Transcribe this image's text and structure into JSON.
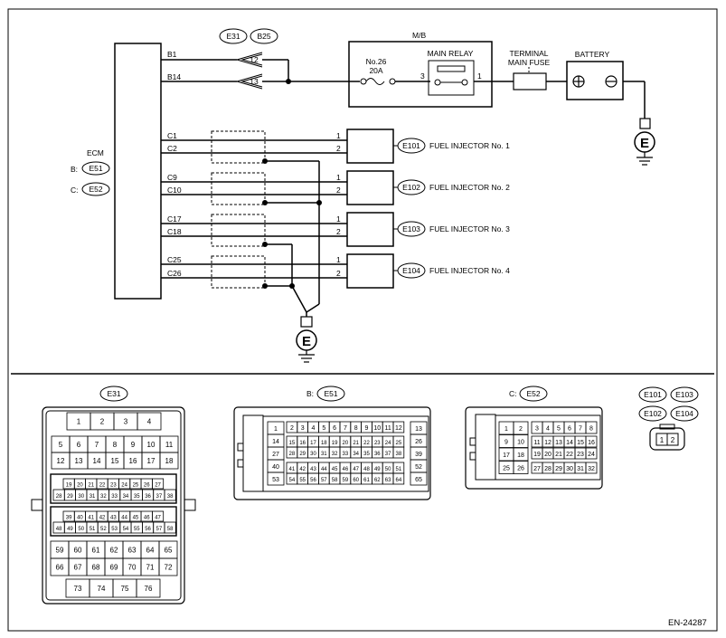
{
  "doc_id": "EN-24287",
  "connectors_top": [
    "E31",
    "B25"
  ],
  "mb": {
    "title": "M/B",
    "fuse_line1": "No.26",
    "fuse_line2": "20A",
    "relay": "MAIN RELAY",
    "pin3": "3",
    "pin1": "1"
  },
  "main_fuse": {
    "line1": "TERMINAL",
    "line2": "MAIN FUSE"
  },
  "battery": "BATTERY",
  "ground_symbol": "E",
  "ecm": {
    "title": "ECM",
    "b_prefix": "B:",
    "b_conn": "E51",
    "c_prefix": "C:",
    "c_conn": "E52",
    "pins": [
      "B1",
      "B14",
      "C1",
      "C2",
      "C9",
      "C10",
      "C17",
      "C18",
      "C25",
      "C26"
    ]
  },
  "joint_pins": [
    "12",
    "13"
  ],
  "injectors": [
    {
      "conn": "E101",
      "label": "FUEL INJECTOR No. 1",
      "p1": "1",
      "p2": "2"
    },
    {
      "conn": "E102",
      "label": "FUEL INJECTOR No. 2",
      "p1": "1",
      "p2": "2"
    },
    {
      "conn": "E103",
      "label": "FUEL INJECTOR No. 3",
      "p1": "1",
      "p2": "2"
    },
    {
      "conn": "E104",
      "label": "FUEL INJECTOR No. 4",
      "p1": "1",
      "p2": "2"
    }
  ],
  "e31": {
    "label": "E31",
    "row1": [
      "1",
      "2",
      "3",
      "4"
    ],
    "row2": [
      "5",
      "6",
      "7",
      "8",
      "9",
      "10",
      "11"
    ],
    "row3": [
      "12",
      "13",
      "14",
      "15",
      "16",
      "17",
      "18"
    ],
    "row4": [
      "19",
      "20",
      "21",
      "22",
      "23",
      "24",
      "25",
      "26",
      "27"
    ],
    "row5": [
      "28",
      "29",
      "30",
      "31",
      "32",
      "33",
      "34",
      "35",
      "36",
      "37",
      "38"
    ],
    "row6": [
      "39",
      "40",
      "41",
      "42",
      "43",
      "44",
      "45",
      "46",
      "47"
    ],
    "row7": [
      "48",
      "49",
      "50",
      "51",
      "52",
      "53",
      "54",
      "55",
      "56",
      "57",
      "58"
    ],
    "row8": [
      "59",
      "60",
      "61",
      "62",
      "63",
      "64",
      "65"
    ],
    "row9": [
      "66",
      "67",
      "68",
      "69",
      "70",
      "71",
      "72"
    ],
    "row10": [
      "73",
      "74",
      "75",
      "76"
    ]
  },
  "e51": {
    "prefix": "B:",
    "label": "E51",
    "left": [
      "1",
      "14",
      "27",
      "40",
      "53"
    ],
    "right": [
      "13",
      "26",
      "39",
      "52",
      "65"
    ],
    "top": [
      "2",
      "3",
      "4",
      "5",
      "6",
      "7",
      "8",
      "9",
      "10",
      "11",
      "12"
    ],
    "r2": [
      "15",
      "16",
      "17",
      "18",
      "19",
      "20",
      "21",
      "22",
      "23",
      "24",
      "25"
    ],
    "r3": [
      "28",
      "29",
      "30",
      "31",
      "32",
      "33",
      "34",
      "35",
      "36",
      "37",
      "38"
    ],
    "r4": [
      "41",
      "42",
      "43",
      "44",
      "45",
      "46",
      "47",
      "48",
      "49",
      "50",
      "51"
    ],
    "r5": [
      "54",
      "55",
      "56",
      "57",
      "58",
      "59",
      "60",
      "61",
      "62",
      "63",
      "64"
    ]
  },
  "e52": {
    "prefix": "C:",
    "label": "E52",
    "left": [
      [
        "1",
        "2"
      ],
      [
        "9",
        "10"
      ],
      [
        "17",
        "18"
      ],
      [
        "25",
        "26"
      ]
    ],
    "top": [
      "3",
      "4",
      "5",
      "6",
      "7",
      "8"
    ],
    "r2": [
      "11",
      "12",
      "13",
      "14",
      "15",
      "16"
    ],
    "r3": [
      "19",
      "20",
      "21",
      "22",
      "23",
      "24"
    ],
    "r4": [
      "27",
      "28",
      "29",
      "30",
      "31",
      "32"
    ]
  },
  "inj_conn": {
    "labels": [
      "E101",
      "E103",
      "E102",
      "E104"
    ],
    "pins": [
      "1",
      "2"
    ]
  }
}
